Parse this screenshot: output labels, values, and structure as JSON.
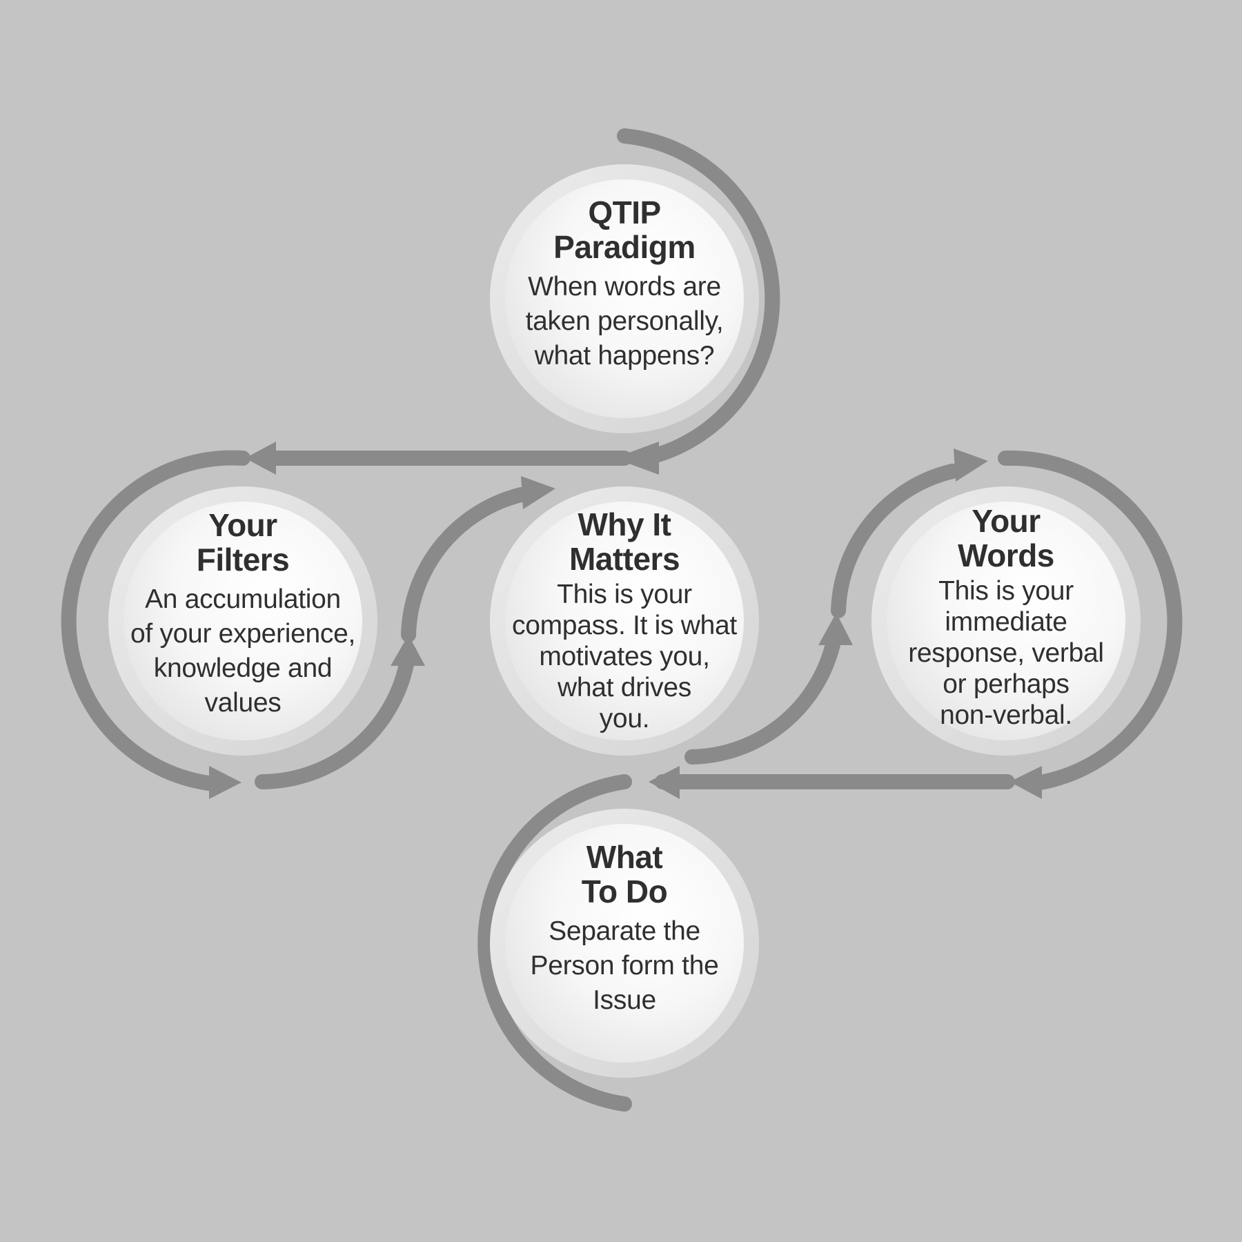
{
  "colors": {
    "background": "#c4c4c4",
    "arrow": "#8a8a8a",
    "circle_ring": "#dcdcdc",
    "circle_fill": "#ffffff",
    "text": "#2f2f2f"
  },
  "nodes": {
    "top": {
      "title": "QTIP\nParadigm",
      "description": "When words are\ntaken personally,\nwhat happens?"
    },
    "filters": {
      "title": "Your\nFilters",
      "description": "An accumulation\nof your experience,\nknowledge and\nvalues"
    },
    "center": {
      "title": "Why It\nMatters",
      "description": "This is your\ncompass. It is what\nmotivates you,\nwhat drives\nyou."
    },
    "words": {
      "title": "Your\nWords",
      "description": "This is your\nimmediate\nresponse, verbal\nor perhaps\nnon-verbal."
    },
    "todo": {
      "title": "What\nTo Do",
      "description": "Separate the\nPerson form the\nIssue"
    }
  }
}
